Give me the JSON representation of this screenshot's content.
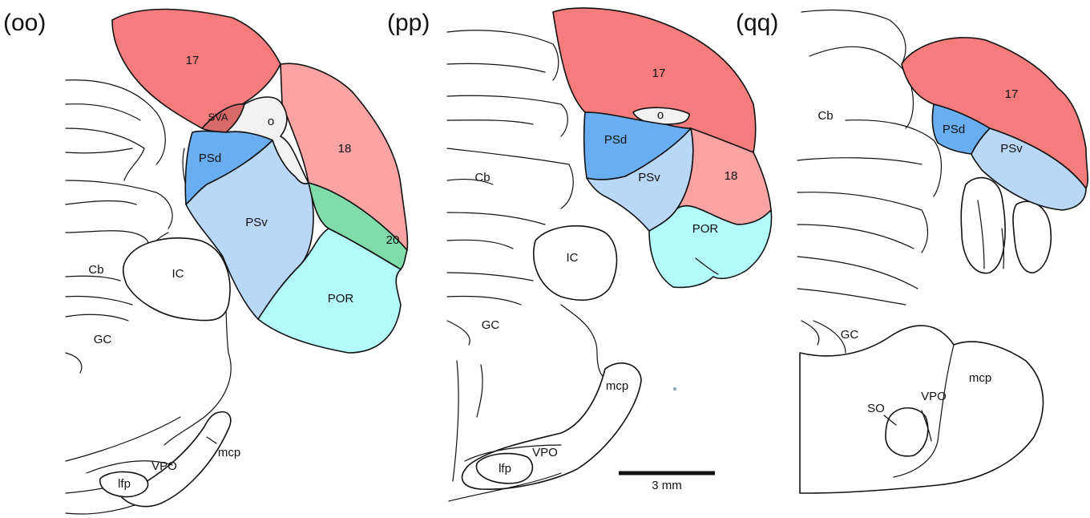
{
  "panels": [
    {
      "label": "(oo)",
      "regions": {
        "r17": "17",
        "r18": "18",
        "SVA": "SVA",
        "o": "o",
        "PSd": "PSd",
        "PSv": "PSv",
        "r20": "20",
        "POR": "POR"
      },
      "others": {
        "Cb": "Cb",
        "IC": "IC",
        "GC": "GC",
        "mcp": "mcp",
        "VPO": "VPO",
        "lfp": "lfp"
      }
    },
    {
      "label": "(pp)",
      "regions": {
        "r17": "17",
        "o": "o",
        "PSd": "PSd",
        "PSv": "PSv",
        "r18": "18",
        "POR": "POR"
      },
      "others": {
        "Cb": "Cb",
        "IC": "IC",
        "GC": "GC",
        "mcp": "mcp",
        "VPO": "VPO",
        "lfp": "lfp"
      },
      "scale_bar": "3 mm"
    },
    {
      "label": "(qq)",
      "regions": {
        "r17": "17",
        "PSd": "PSd",
        "PSv": "PSv"
      },
      "others": {
        "Cb": "Cb",
        "GC": "GC",
        "mcp": "mcp",
        "VPO": "VPO",
        "SO": "SO"
      }
    }
  ],
  "colors": {
    "area17": "#f47c7c",
    "area18": "#f9a3a3",
    "SVA": "#d96a6a",
    "o": "#f2f2f2",
    "PSd": "#6aaef2",
    "PSv": "#b9d8f8",
    "area20": "#7fdba9",
    "POR": "#b3fbfb",
    "outline": "#111111"
  }
}
